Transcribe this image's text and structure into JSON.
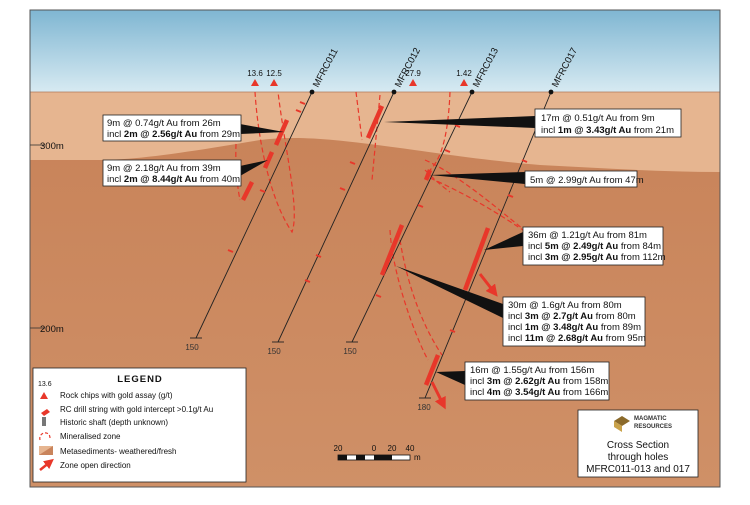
{
  "elevations": [
    "300m",
    "200m"
  ],
  "holes": [
    {
      "name": "MFRC011",
      "end_depth": "150"
    },
    {
      "name": "MFRC012",
      "end_depth": "150"
    },
    {
      "name": "MFRC013",
      "end_depth": "150"
    },
    {
      "name": "MFRC017",
      "end_depth": "180"
    }
  ],
  "rock_chip_assays": [
    "13.6",
    "12.5",
    "27.9",
    "1.42"
  ],
  "intercepts": [
    {
      "main": "9m @ 0.74g/t Au from 26m",
      "incl": [
        [
          "incl ",
          "2m @ 2.56g/t Au",
          " from 29m"
        ]
      ]
    },
    {
      "main": "9m @ 2.18g/t Au from 39m",
      "incl": [
        [
          "incl ",
          "2m @ 8.44g/t Au",
          " from 40m"
        ]
      ]
    },
    {
      "main": "17m @ 0.51g/t Au from 9m",
      "incl": [
        [
          "incl ",
          "1m @ 3.43g/t Au",
          " from 21m"
        ]
      ]
    },
    {
      "main": "5m @ 2.99g/t Au from 47m",
      "incl": []
    },
    {
      "main": "36m @ 1.21g/t Au from 81m",
      "incl": [
        [
          "incl ",
          "5m @ 2.49g/t Au",
          " from 84m"
        ],
        [
          "incl ",
          "3m @ 2.95g/t Au",
          " from 112m"
        ]
      ]
    },
    {
      "main": "30m @ 1.6g/t Au from 80m",
      "incl": [
        [
          "incl ",
          "3m @ 2.7g/t Au",
          " from 80m"
        ],
        [
          "incl ",
          "1m @ 3.48g/t Au",
          " from 89m"
        ],
        [
          "incl ",
          "11m @ 2.68g/t Au",
          " from 95m"
        ]
      ]
    },
    {
      "main": "16m @ 1.55g/t Au from 156m",
      "incl": [
        [
          "incl ",
          "3m @ 2.62g/t Au",
          " from 158m"
        ],
        [
          "incl ",
          "4m @ 3.54g/t Au",
          " from 166m"
        ]
      ]
    }
  ],
  "legend": {
    "title": "LEGEND",
    "sample_value": "13.6",
    "items": [
      "Rock chips with gold assay (g/t)",
      "RC drill string with gold intercept >0.1g/t Au",
      "Historic shaft (depth unknown)",
      "Mineralised zone",
      "Metasediments- weathered/fresh",
      "Zone open direction"
    ]
  },
  "scale": {
    "ticks": [
      "20",
      "0",
      "20",
      "40"
    ],
    "unit": "m"
  },
  "logo": {
    "line1": "MAGMATIC",
    "line2": "RESOURCES"
  },
  "section_title": [
    "Cross Section",
    "through holes",
    "MFRC011-013 and 017"
  ],
  "colors": {
    "sky": "#9ecbe0",
    "weathered": "#e6b28e",
    "fresh": "#c9845c",
    "intercept": "#e8372a",
    "zone": "#e8372a"
  }
}
